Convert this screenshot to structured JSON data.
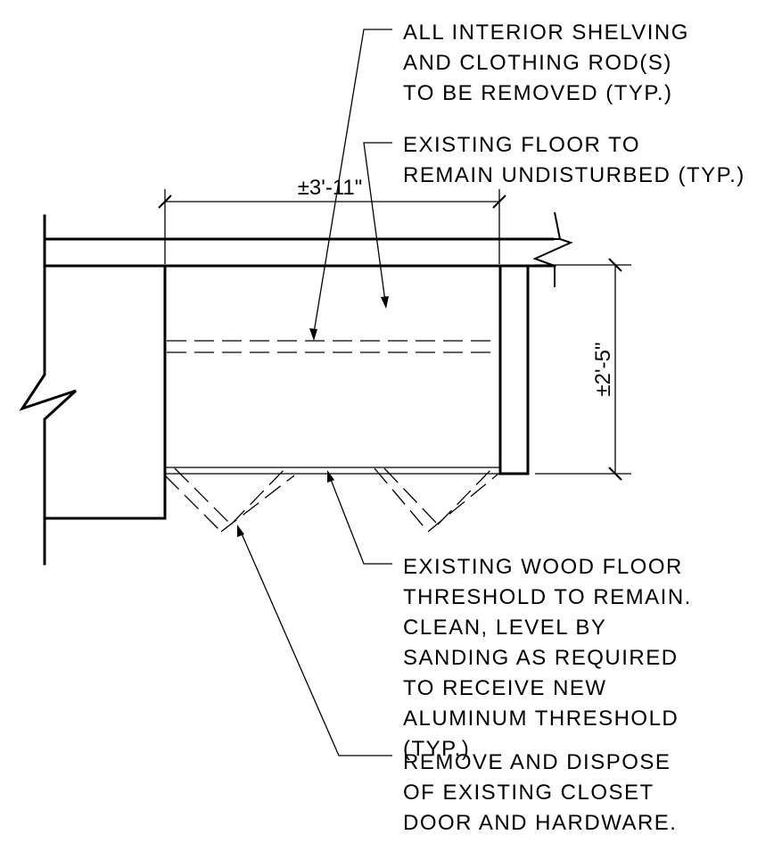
{
  "notes": {
    "shelving": {
      "lines": [
        "ALL INTERIOR SHELVING",
        "AND CLOTHING ROD(S)",
        "TO BE REMOVED (TYP.)"
      ]
    },
    "floor": {
      "lines": [
        "EXISTING FLOOR TO",
        "REMAIN UNDISTURBED (TYP.)"
      ]
    },
    "threshold": {
      "lines": [
        "EXISTING WOOD FLOOR",
        "THRESHOLD TO REMAIN.",
        "CLEAN, LEVEL BY",
        "SANDING AS REQUIRED",
        "TO RECEIVE NEW",
        "ALUMINUM THRESHOLD",
        "(TYP.)"
      ]
    },
    "door": {
      "lines": [
        "REMOVE AND DISPOSE",
        "OF EXISTING CLOSET",
        "DOOR AND HARDWARE."
      ]
    }
  },
  "dimensions": {
    "width": "±3'-11\"",
    "depth": "±2'-5\""
  }
}
